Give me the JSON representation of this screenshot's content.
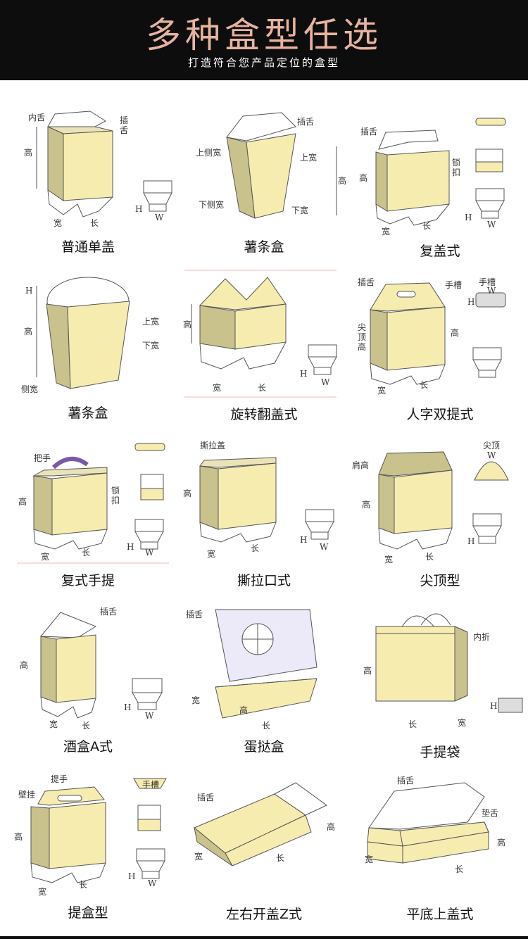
{
  "header": {
    "title": "多种盒型任选",
    "subtitle": "打造符合您产品定位的盒型"
  },
  "colors": {
    "header_bg": "#0d0d0d",
    "title": "#e8b39e",
    "box_front": "#f7ecb0",
    "box_side": "#c9c28c",
    "line": "#555555"
  },
  "boxes": [
    {
      "name": "普通单盖",
      "labels": [
        "内舌",
        "插舌",
        "高",
        "宽",
        "长",
        "H",
        "W"
      ]
    },
    {
      "name": "薯条盒",
      "labels": [
        "插舌",
        "上侧宽",
        "上宽",
        "下侧宽",
        "下宽",
        "高"
      ]
    },
    {
      "name": "复盖式",
      "labels": [
        "插舌",
        "锁扣",
        "高",
        "宽",
        "长",
        "H",
        "W"
      ]
    },
    {
      "name": "薯条盒",
      "labels": [
        "H",
        "高",
        "上宽",
        "下宽",
        "侧宽"
      ]
    },
    {
      "name": "旋转翻盖式",
      "labels": [
        "高",
        "宽",
        "长",
        "H",
        "W"
      ]
    },
    {
      "name": "人字双提式",
      "labels": [
        "插舌",
        "手槽",
        "尖顶高",
        "高",
        "宽",
        "长",
        "手槽",
        "W",
        "H"
      ]
    },
    {
      "name": "复式手提",
      "labels": [
        "把手",
        "锁扣",
        "高",
        "宽",
        "长",
        "H",
        "W"
      ]
    },
    {
      "name": "撕拉口式",
      "labels": [
        "撕拉盖",
        "高",
        "宽",
        "长",
        "H",
        "W"
      ]
    },
    {
      "name": "尖顶型",
      "labels": [
        "肩高",
        "高",
        "宽",
        "长",
        "尖顶",
        "W",
        "H"
      ]
    },
    {
      "name": "酒盒A式",
      "labels": [
        "插舌",
        "高",
        "宽",
        "长",
        "H",
        "W"
      ]
    },
    {
      "name": "蛋挞盒",
      "labels": [
        "插舌",
        "宽",
        "高",
        "长"
      ]
    },
    {
      "name": "手提袋",
      "labels": [
        "内折",
        "高",
        "长",
        "宽",
        "H"
      ]
    },
    {
      "name": "提盒型",
      "labels": [
        "提手",
        "壁挂",
        "高",
        "宽",
        "长",
        "手槽",
        "H",
        "W"
      ]
    },
    {
      "name": "左右开盖Z式",
      "labels": [
        "插舌",
        "高",
        "宽",
        "长"
      ]
    },
    {
      "name": "平底上盖式",
      "labels": [
        "插舌",
        "垫舌",
        "高",
        "宽",
        "长"
      ]
    }
  ]
}
